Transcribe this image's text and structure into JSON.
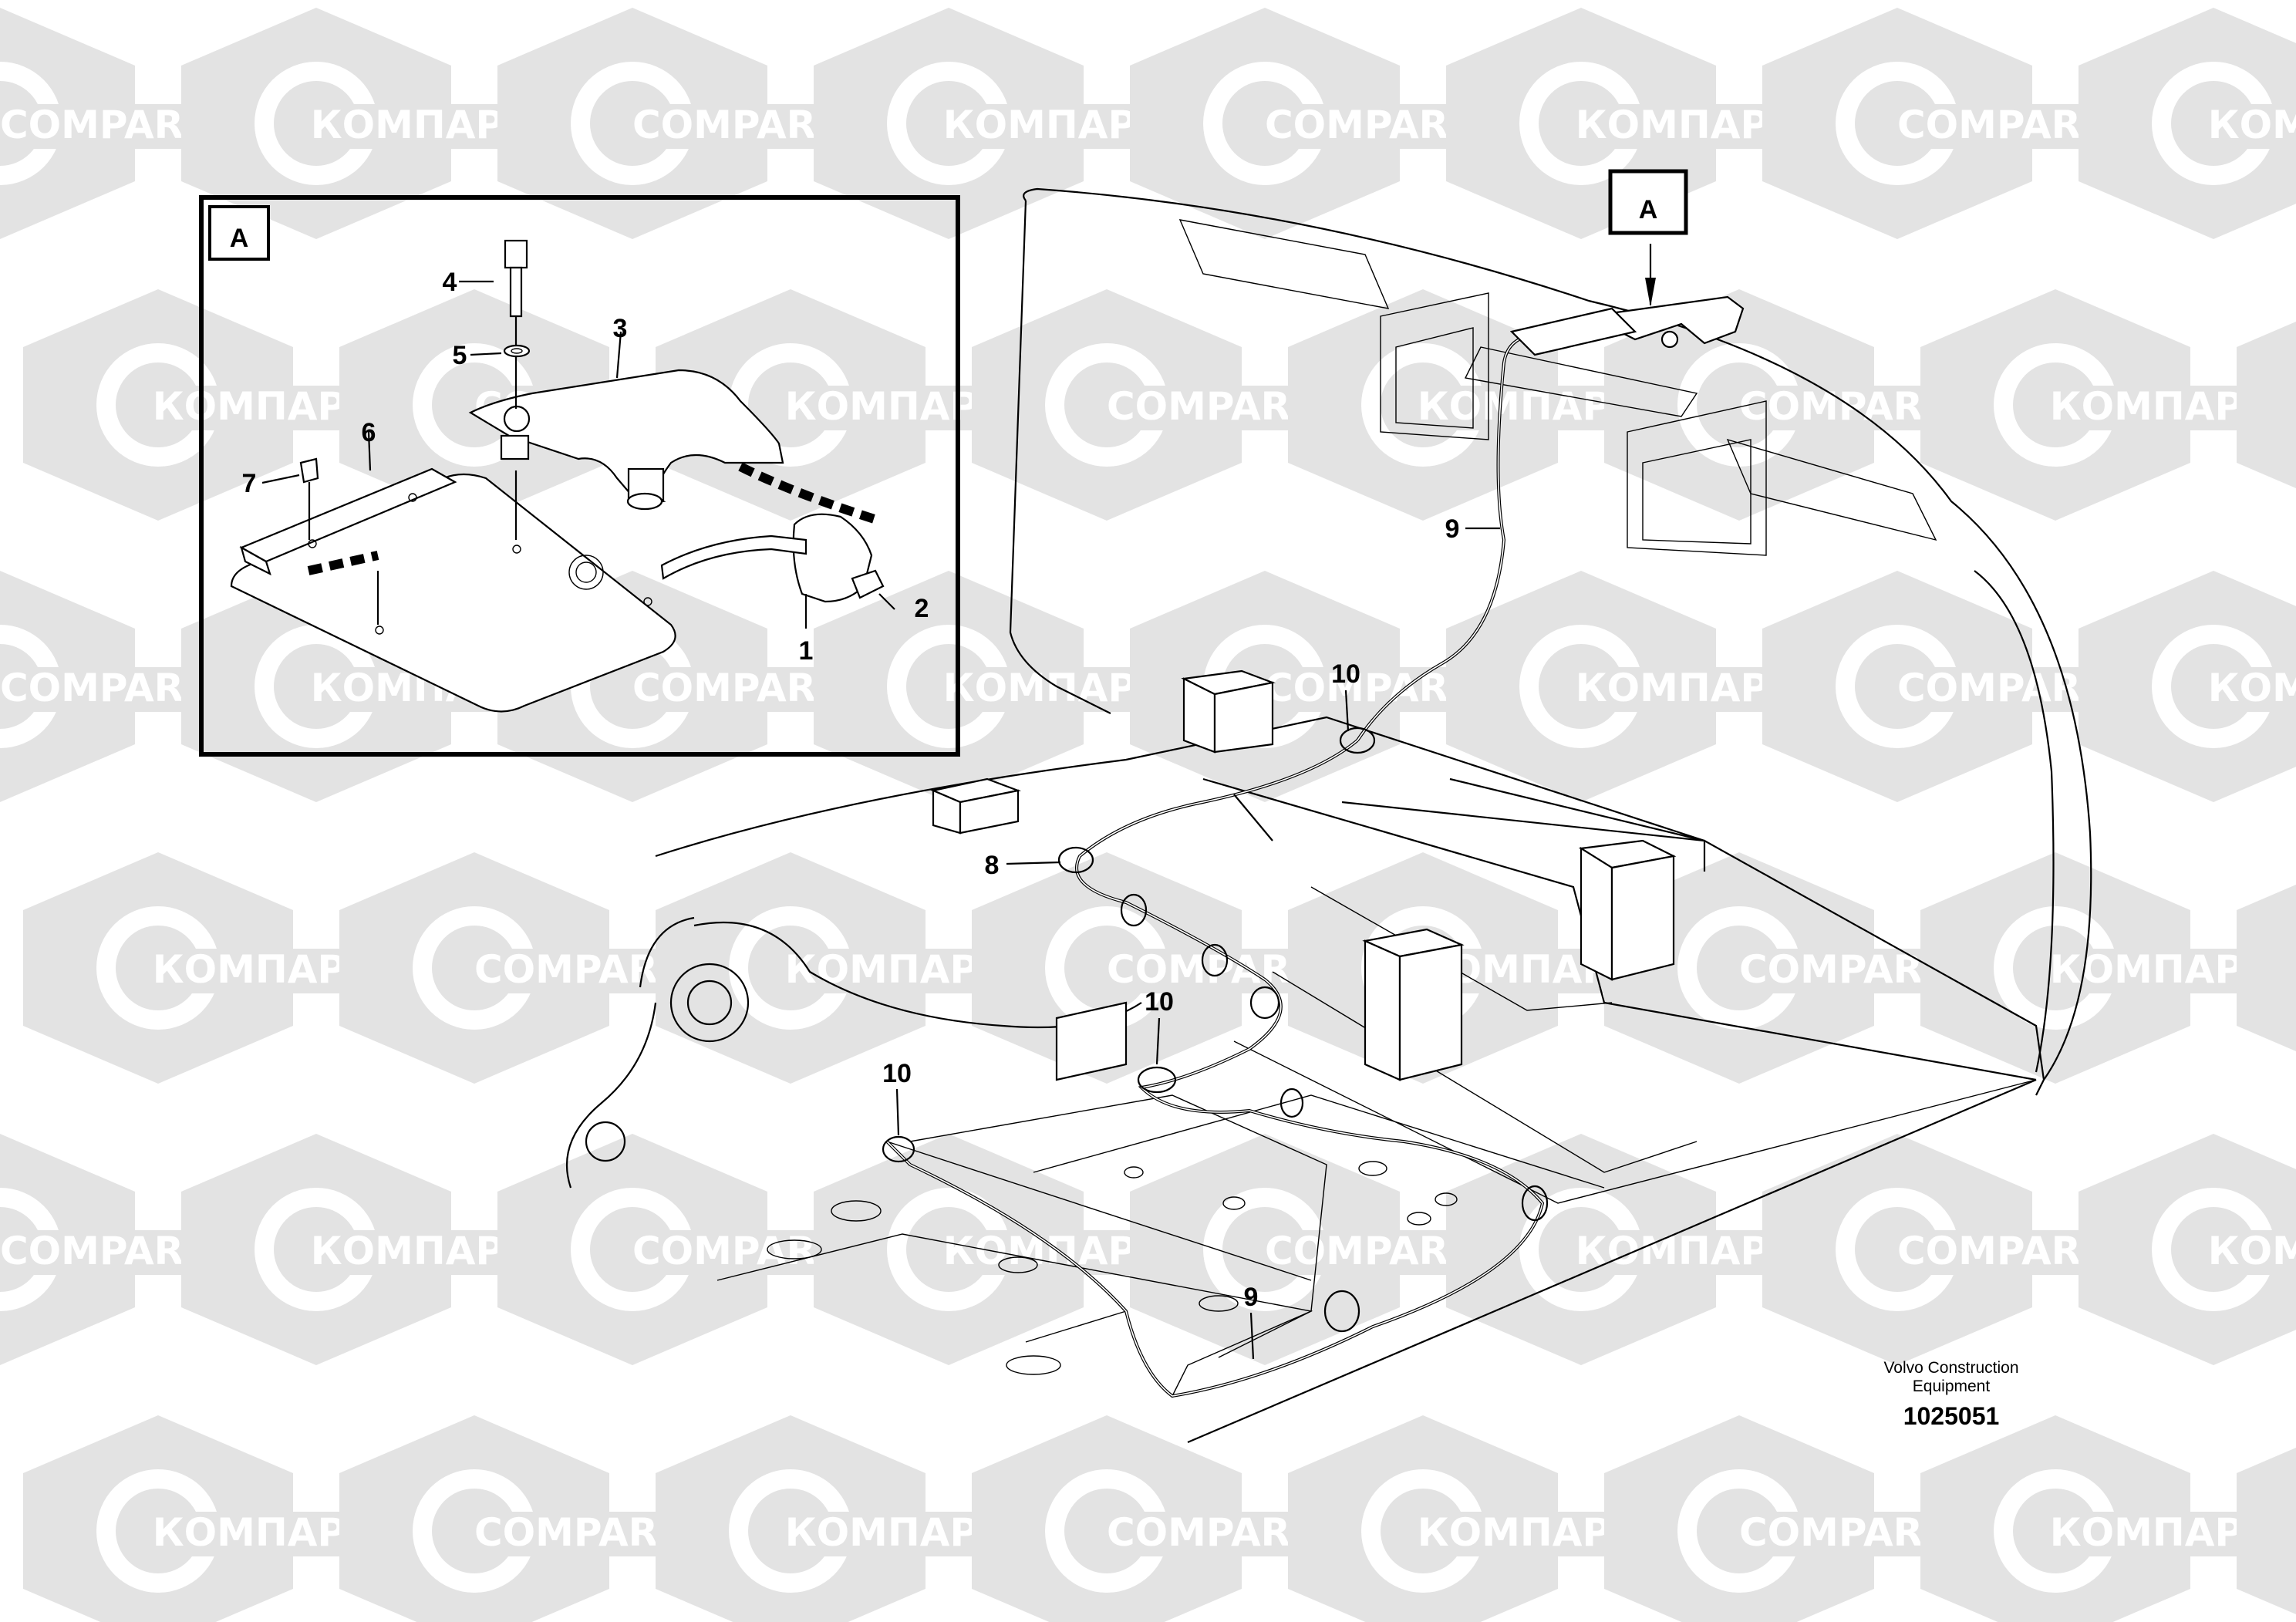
{
  "watermark": {
    "text_cyrillic": "КОМПАРТ",
    "text_latin": "COMPART",
    "color": "#e3e3e3"
  },
  "view_label": "A",
  "inset": {
    "label": "A",
    "callouts": [
      "1",
      "2",
      "3",
      "4",
      "5",
      "6",
      "7"
    ]
  },
  "main_callouts": {
    "label_a": "A",
    "cable_top": "9",
    "clip_1": "10",
    "connector": "8",
    "clip_2": "10",
    "clip_3": "10",
    "cable_bottom": "9"
  },
  "footer": {
    "company_line1": "Volvo Construction",
    "company_line2": "Equipment",
    "drawing_number": "1025051"
  }
}
